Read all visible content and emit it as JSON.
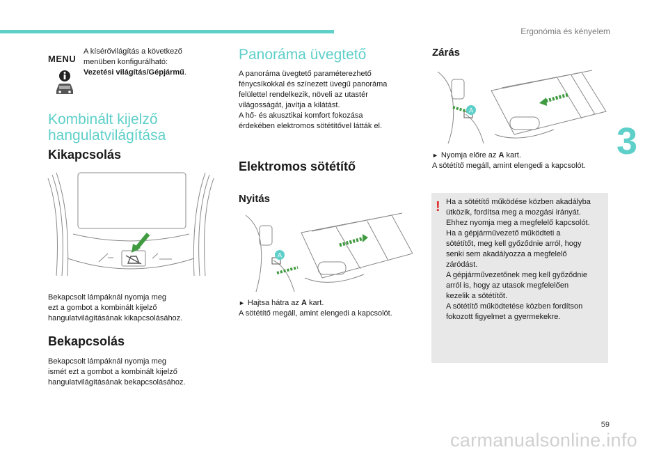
{
  "header": {
    "chapter_title": "Ergonómia és kényelem",
    "chapter_number": "3"
  },
  "footer": {
    "page_number": "59",
    "watermark": "carmanualsonline.info"
  },
  "menu_note": {
    "menu_label": "MENU",
    "line1": "A kísérővilágítás a következő",
    "line2": "menüben konfigurálható:",
    "line3": "Vezetési világítás/Gépjármű",
    "line3_end": "."
  },
  "mood_light": {
    "title_line1": "Kombinált kijelző",
    "title_line2": "hangulatvilágítása",
    "off": {
      "heading": "Kikapcsolás",
      "text_line1": "Bekapcsolt lámpáknál nyomja meg",
      "text_line2": "ezt a gombot a kombinált kijelző",
      "text_line3": "hangulatvilágításának kikapcsolásához."
    },
    "on": {
      "heading": "Bekapcsolás",
      "text_line1": "Bekapcsolt lámpáknál nyomja meg",
      "text_line2": "ismét ezt a gombot a kombinált kijelző",
      "text_line3": "hangulatvilágításának bekapcsolásához."
    }
  },
  "panorama": {
    "title": "Panoráma üvegtető",
    "text_lines": [
      "A panoráma üvegtető paraméterezhető",
      "fénycsíkokkal és színezett üvegű panoráma",
      "felülettel rendelkezik, növeli az utastér",
      "világosságát, javítja a kilátást.",
      "A hő- és akusztikai komfort fokozása",
      "érdekében elektromos sötétítővel látták el."
    ]
  },
  "blind": {
    "title": "Elektromos sötétítő",
    "open": {
      "heading": "Nyitás",
      "step_line": "Hajtsa hátra az",
      "step_key": "A",
      "step_end": "kart.",
      "result": "A sötétítő megáll, amint elengedi a kapcsolót."
    },
    "close": {
      "heading": "Zárás",
      "step_line": "Nyomja előre az",
      "step_key": "A",
      "step_end": "kart.",
      "result": "A sötétítő megáll, amint elengedi a kapcsolót."
    },
    "figure_label": "A"
  },
  "warning": {
    "mark": "!",
    "lines": [
      "Ha a sötétítő működése közben akadályba",
      "ütközik, fordítsa meg a mozgási irányát.",
      "Ehhez nyomja meg a megfelelő kapcsolót.",
      "Ha a gépjárművezető működteti a",
      "sötétítőt, meg kell győződnie arról, hogy",
      "senki sem akadályozza a megfelelő",
      "záródást.",
      "A gépjárművezetőnek meg kell győződnie",
      "arról is, hogy az utasok megfelelően",
      "kezelik a sötétítőt.",
      "A sötétítő működtetése közben fordítson",
      "fokozott figyelmet a gyermekekre."
    ]
  },
  "colors": {
    "accent": "#5fcfc9",
    "warning_red": "#e03030",
    "arrow_green": "#3f9a40"
  },
  "icons": [
    "info-icon",
    "car-icon",
    "arrow-icon",
    "warning-icon"
  ]
}
